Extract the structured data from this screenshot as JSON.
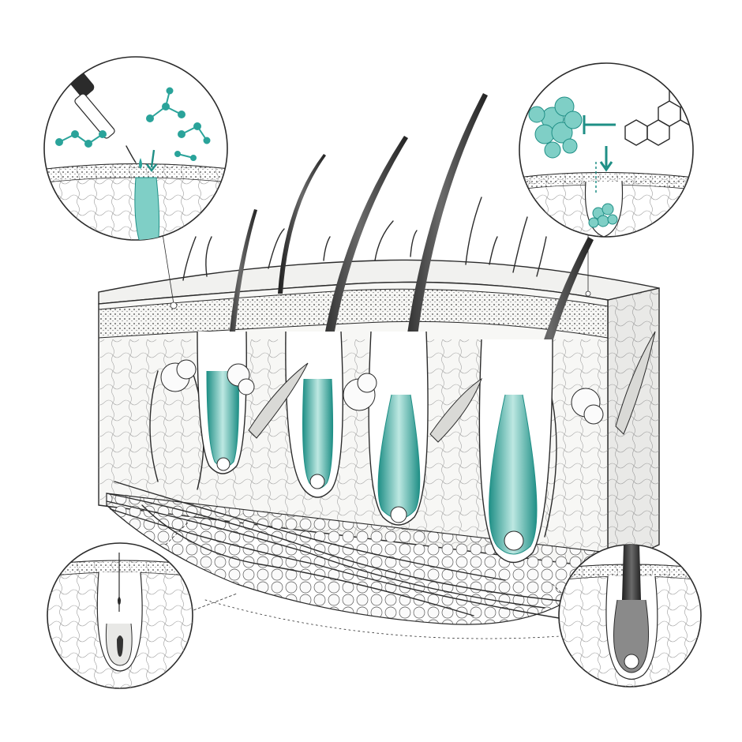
{
  "colors": {
    "ink": "#2b2b2b",
    "accent": "#2aa39a",
    "accent_light": "#9fd9d2",
    "paper": "#ffffff",
    "tissue": "#f3f3f1"
  },
  "illustration": {
    "follicle_count": 4,
    "insets": [
      {
        "id": "topical-application",
        "icon": "dropper-molecules-icon"
      },
      {
        "id": "hormone-blocking",
        "icon": "inhibition-steroid-icon"
      },
      {
        "id": "miniaturized-follicle",
        "icon": "follicle-icon"
      },
      {
        "id": "dark-follicle",
        "icon": "follicle-icon"
      }
    ]
  }
}
